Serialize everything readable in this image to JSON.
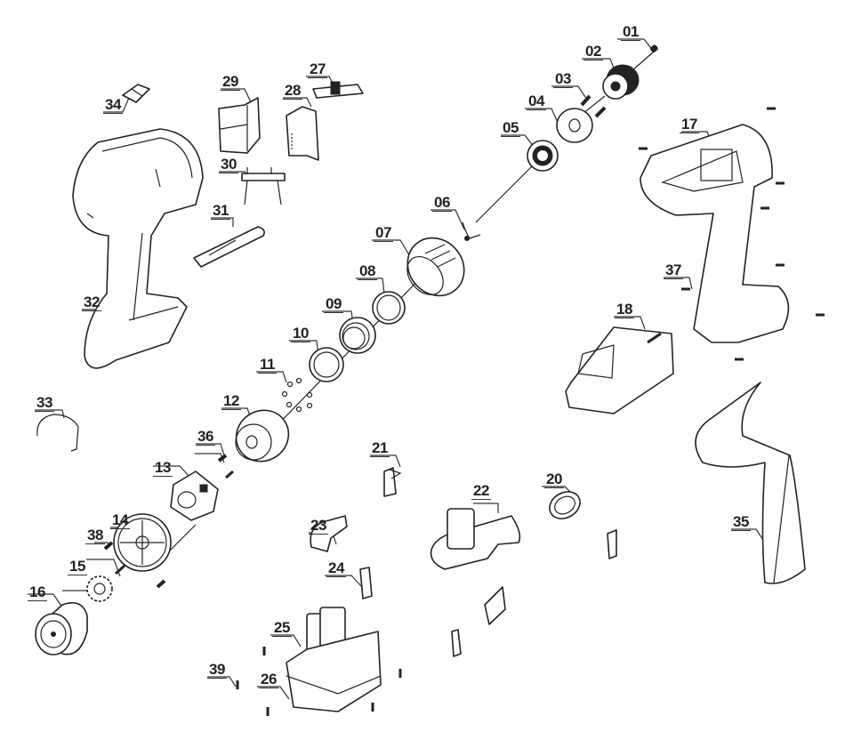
{
  "diagram": {
    "type": "exploded-parts-view",
    "subject": "cordless drill",
    "parts": [
      {
        "id": "01",
        "label": "01"
      },
      {
        "id": "02",
        "label": "02"
      },
      {
        "id": "03",
        "label": "03"
      },
      {
        "id": "04",
        "label": "04"
      },
      {
        "id": "05",
        "label": "05"
      },
      {
        "id": "06",
        "label": "06"
      },
      {
        "id": "07",
        "label": "07"
      },
      {
        "id": "08",
        "label": "08"
      },
      {
        "id": "09",
        "label": "09"
      },
      {
        "id": "10",
        "label": "10"
      },
      {
        "id": "11",
        "label": "11"
      },
      {
        "id": "12",
        "label": "12"
      },
      {
        "id": "13",
        "label": "13"
      },
      {
        "id": "14",
        "label": "14"
      },
      {
        "id": "15",
        "label": "15"
      },
      {
        "id": "16",
        "label": "16"
      },
      {
        "id": "17",
        "label": "17"
      },
      {
        "id": "18",
        "label": "18"
      },
      {
        "id": "20",
        "label": "20"
      },
      {
        "id": "21",
        "label": "21"
      },
      {
        "id": "22",
        "label": "22"
      },
      {
        "id": "23",
        "label": "23"
      },
      {
        "id": "24",
        "label": "24"
      },
      {
        "id": "25",
        "label": "25"
      },
      {
        "id": "26",
        "label": "26"
      },
      {
        "id": "27",
        "label": "27"
      },
      {
        "id": "28",
        "label": "28"
      },
      {
        "id": "29",
        "label": "29"
      },
      {
        "id": "30",
        "label": "30"
      },
      {
        "id": "31",
        "label": "31"
      },
      {
        "id": "32",
        "label": "32"
      },
      {
        "id": "33",
        "label": "33"
      },
      {
        "id": "34",
        "label": "34"
      },
      {
        "id": "35",
        "label": "35"
      },
      {
        "id": "36",
        "label": "36"
      },
      {
        "id": "37",
        "label": "37"
      },
      {
        "id": "38",
        "label": "38"
      },
      {
        "id": "39",
        "label": "39"
      }
    ]
  }
}
